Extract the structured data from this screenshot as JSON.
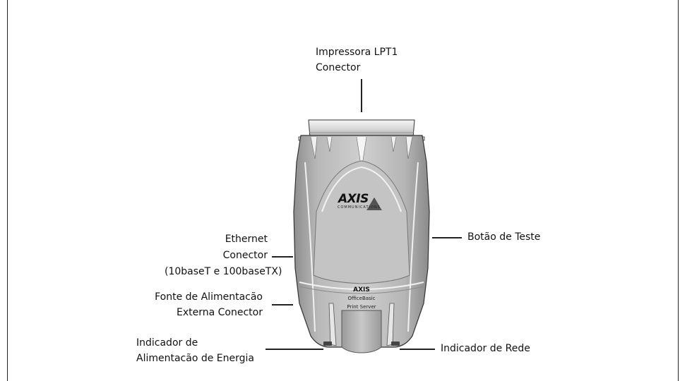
{
  "labels": {
    "lpt_line1": "Impressora LPT1",
    "lpt_line2": "Conector",
    "test_button": "Botão de Teste",
    "ethernet_line1": "Ethernet",
    "ethernet_line2": "Conector",
    "ethernet_line3": "(10baseT e 100baseTX)",
    "power_line1": "Fonte de Alimentacão",
    "power_line2": "Externa Conector",
    "power_ind_line1": "Indicador de",
    "power_ind_line2": "Alimentacão de Energia",
    "network_indicator": "Indicador de Rede"
  },
  "device": {
    "logo": "AXIS",
    "logo_sub": "COMMUNICATIONS",
    "panel_brand": "AXIS",
    "panel_model": "OfficeBasic",
    "panel_type": "Print Server"
  }
}
